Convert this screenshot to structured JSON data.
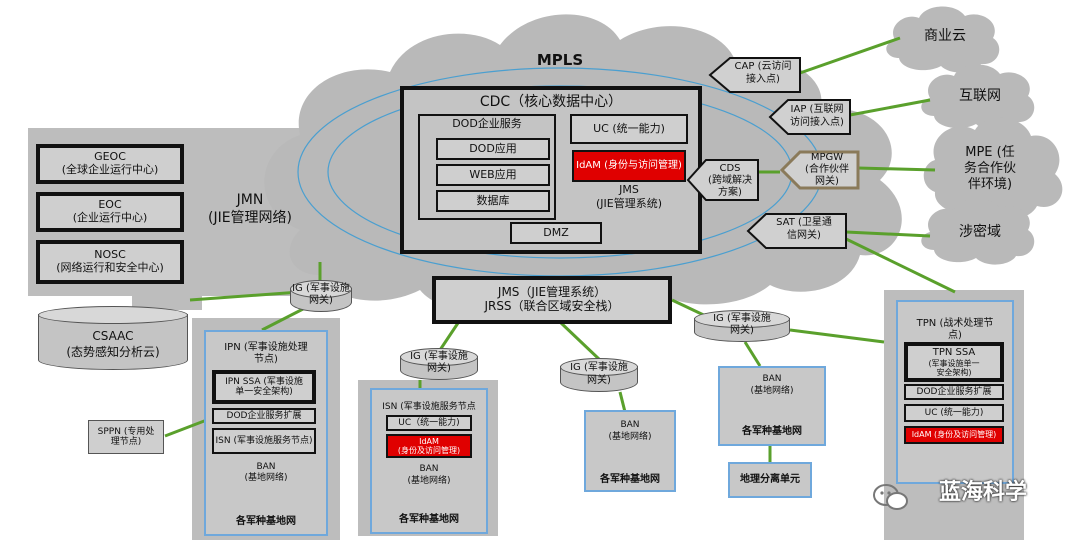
{
  "mpls": {
    "title": "MPLS"
  },
  "cdc": {
    "title": "CDC（核心数据中心）",
    "dod_services": "DOD企业服务",
    "dod_apps": "DOD应用",
    "web_apps": "WEB应用",
    "database": "数据库",
    "uc": "UC (统一能力)",
    "idam": "IdAM (身份与访问管理)",
    "jms_line1": "JMS",
    "jms_line2": "(JIE管理系统)",
    "dmz": "DMZ"
  },
  "jmn": {
    "line1": "JMN",
    "line2": "(JIE管理网络)",
    "geoc": [
      "GEOC",
      "(全球企业运行中心)"
    ],
    "eoc": [
      "EOC",
      "(企业运行中心)"
    ],
    "nosc": [
      "NOSC",
      "(网络运行和安全中心)"
    ]
  },
  "csaac": [
    "CSAAC",
    "(态势感知分析云)"
  ],
  "jms_jrss": [
    "JMS（JIE管理系统）",
    "JRSS（联合区域安全栈）"
  ],
  "gateways": {
    "cap": [
      "CAP (云访问",
      "接入点)"
    ],
    "iap": [
      "IAP (互联网",
      "访问接入点)"
    ],
    "mpgw": [
      "MPGW",
      "(合作伙伴",
      "网关)"
    ],
    "cds": [
      "CDS",
      "(跨域解决",
      "方案)"
    ],
    "sat": [
      "SAT (卫星通",
      "信网关)"
    ]
  },
  "external": {
    "commercial_cloud": "商业云",
    "internet": "互联网",
    "mpe": [
      "MPE (任",
      "务合作伙",
      "伴环境)"
    ],
    "classified": "涉密域"
  },
  "ig": {
    "ig1": [
      "IG (军事设施",
      "网关)"
    ],
    "ig2": [
      "IG (军事设施",
      "网关)"
    ],
    "ig3": [
      "IG (军事设施",
      "网关)"
    ],
    "ig4": [
      "IG (军事设施",
      "网关)"
    ]
  },
  "ipn": {
    "title": [
      "IPN (军事设施处理",
      "节点)"
    ],
    "ssa": [
      "IPN SSA (军事设施",
      "单一安全架构)"
    ],
    "dod_ext": "DOD企业服务扩展",
    "isn": "ISN (军事设施服务节点)",
    "ban": [
      "BAN",
      "(基地网络)"
    ],
    "base": "各军种基地网"
  },
  "sppn": [
    "SPPN (专用处",
    "理节点)"
  ],
  "isn": {
    "title": "ISN (军事设施服务节点",
    "uc": "UC（统一能力)",
    "idam": [
      "IdAM",
      "(身份及访问管理)"
    ],
    "ban": [
      "BAN",
      "(基地网络)"
    ],
    "base": "各军种基地网"
  },
  "ban_mid": {
    "ban": [
      "BAN",
      "(基地网络)"
    ],
    "base": "各军种基地网"
  },
  "ban_right": {
    "ban": [
      "BAN",
      "(基地网络)"
    ],
    "base": "各军种基地网",
    "geo": "地理分离单元"
  },
  "tpn": {
    "title": [
      "TPN (战术处理节",
      "点)"
    ],
    "ssa": [
      "TPN SSA",
      "(军事设施单一",
      "安全架构)"
    ],
    "dod_ext": "DOD企业服务扩展",
    "uc": "UC (统一能力)",
    "idam": "IdAM (身份及访问管理)"
  },
  "watermark": "蓝海科学",
  "colors": {
    "link": "#5aa02c",
    "cloud": "#b9b9b9",
    "panel": "#bdbdbd",
    "idam": "#e00000",
    "ellipse": "#4a9fd0"
  }
}
